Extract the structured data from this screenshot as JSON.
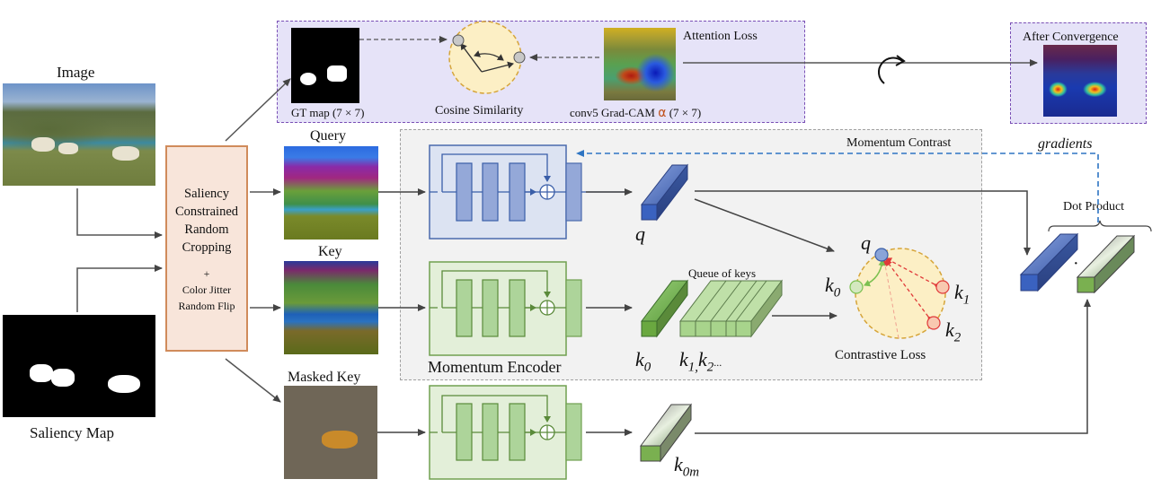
{
  "figure": {
    "inputs": {
      "image_label": "Image",
      "saliency_label": "Saliency Map"
    },
    "augmentation_box": {
      "line1": "Saliency",
      "line2": "Constrained",
      "line3": "Random",
      "line4": "Cropping",
      "plus": "+",
      "line5": "Color Jitter",
      "line6": "Random Flip"
    },
    "views": {
      "query_label": "Query",
      "key_label": "Key",
      "masked_key_label": "Masked Key"
    },
    "attention_box": {
      "gt_map_label": "GT map (7 × 7)",
      "cosine_label": "Cosine Similarity",
      "gradcam_label": "conv5 Grad-CAM",
      "alpha_symbol": "α",
      "gradcam_size": "(7 × 7)",
      "attention_loss_label": "Attention Loss"
    },
    "convergence_box": {
      "title": "After Convergence"
    },
    "momentum_contrast": {
      "title": "Momentum Contrast",
      "encoder_label": "Momentum Encoder",
      "queue_label": "Queue of keys",
      "contrastive_label": "Contrastive Loss",
      "gradients_label": "gradients"
    },
    "symbols": {
      "q": "q",
      "k": "k",
      "sub_0": "0",
      "sub_1": "1,",
      "sub_2": "2",
      "ellipsis": "...",
      "sub_1_plain": "1",
      "sub_0m": "0m"
    },
    "dot_product": {
      "label": "Dot Product",
      "dot": "·"
    },
    "colors": {
      "query_blue": "#4472c4",
      "key_green": "#70ad47",
      "attention_bg": "#e6e3f8",
      "attention_border": "#7a4fb5",
      "augment_bg": "#f8e5da",
      "augment_border": "#d08b5b",
      "contrast_bg": "#f2f2f2",
      "circle_fill": "#fcefc5",
      "circle_border": "#d6a53a",
      "gradient_arrow": "#2e75c3",
      "negative_red": "#e03a3a"
    }
  }
}
